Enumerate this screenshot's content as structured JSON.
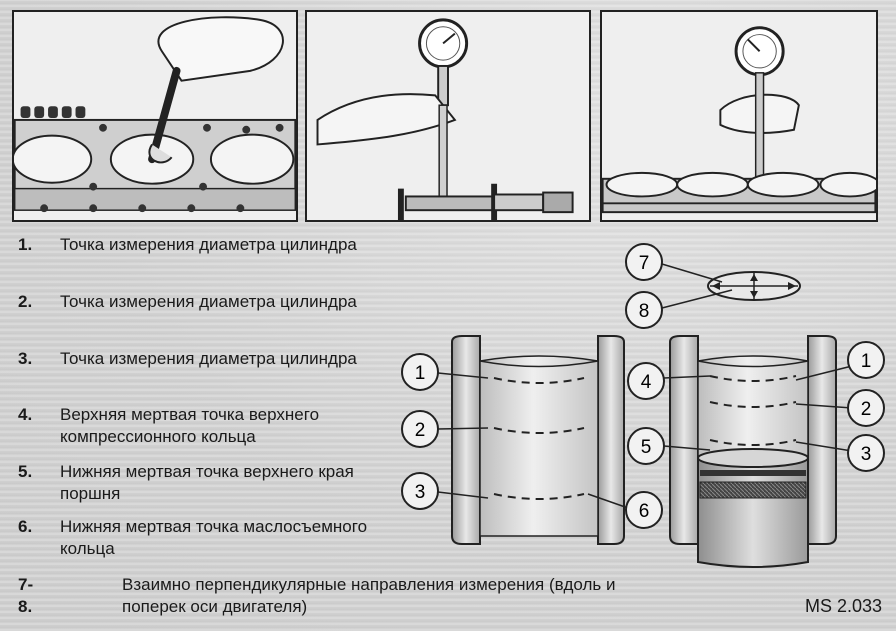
{
  "legend": {
    "items": [
      {
        "num": "1.",
        "text": "Точка измерения диаметра цилиндра"
      },
      {
        "num": "2.",
        "text": "Точка измерения диаметра цилиндра"
      },
      {
        "num": "3.",
        "text": "Точка измерения диаметра цилиндра"
      },
      {
        "num": "4.",
        "text": "Верхняя мертвая точка верхнего компрессионного кольца"
      },
      {
        "num": "5.",
        "text": "Нижняя мертвая точка верхнего края поршня"
      },
      {
        "num": "6.",
        "text": "Нижняя мертвая точка маслосъемного кольца"
      },
      {
        "num": "7-8.",
        "text": "Взаимно перпендикулярные направления измерения (вдоль и поперек оси двигателя)"
      }
    ]
  },
  "figure_code": "MS 2.033",
  "callouts": [
    "1",
    "2",
    "3",
    "4",
    "5",
    "6",
    "7",
    "8"
  ]
}
